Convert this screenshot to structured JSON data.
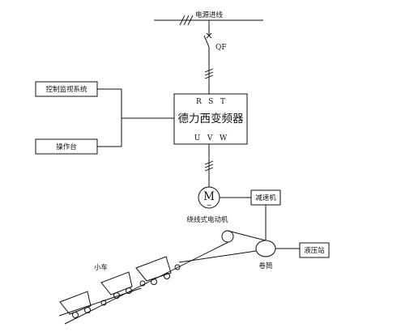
{
  "diagram": {
    "bus_label": "电源进线",
    "breaker_label": "QF",
    "vfd": {
      "input_terminals": "R   S   T",
      "name": "德力西变频器",
      "output_terminals": "U   V   W"
    },
    "control_system": "控制监视系统",
    "console": "操作台",
    "motor": {
      "symbol": "M",
      "wave": "~",
      "label": "绕线式电动机"
    },
    "reducer": "减速机",
    "drum": "卷筒",
    "hydraulic_station": "液压站",
    "cart": "小车"
  }
}
